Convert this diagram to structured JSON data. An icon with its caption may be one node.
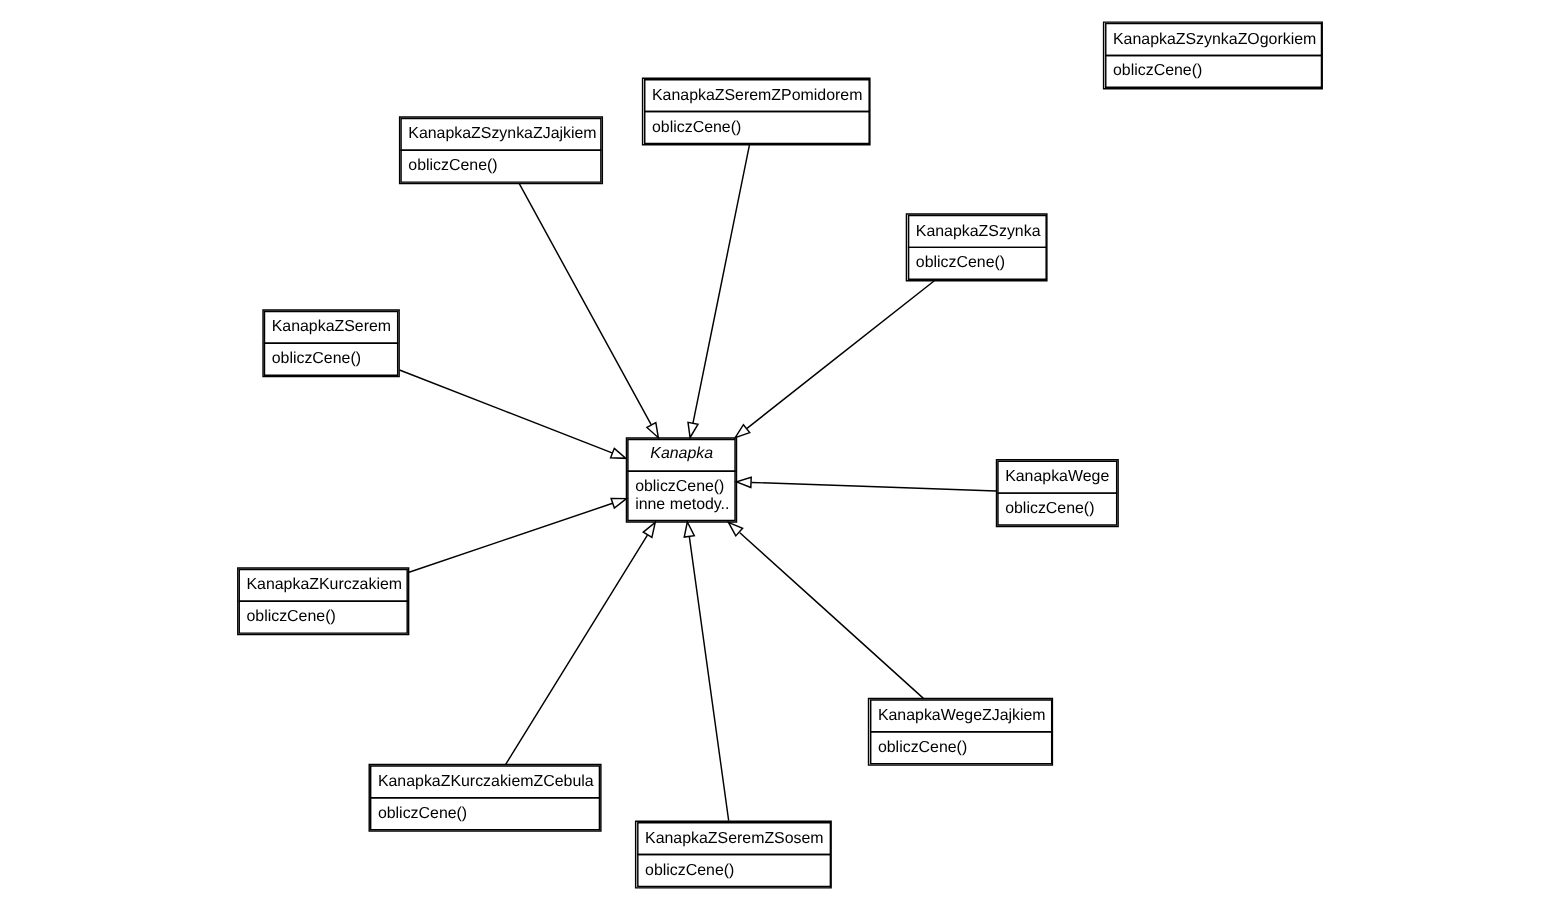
{
  "diagram": {
    "nodes": [
      {
        "text": [
          "KanapkaZSerem",
          "obliczCene()"
        ]
      },
      {
        "text": [
          "KanapkaZSzynka",
          "obliczCene()"
        ]
      },
      {
        "text": [
          "KanapkaZSeremZSosem",
          "obliczCene()"
        ]
      },
      {
        "text": [
          "KanapkaZSzynkaZOgorkiem",
          "obliczCene()"
        ]
      },
      {
        "text": [
          "KanapkaZSeremZPomidorem",
          "obliczCene()"
        ]
      },
      {
        "text": [
          "Kanapka",
          "obliczCene()",
          "inne metody.."
        ]
      },
      {
        "text": [
          "KanapkaZSzynkaZJajkiem",
          "obliczCene()"
        ]
      },
      {
        "text": [
          "KanapkaZKurczakiem",
          "obliczCene()"
        ]
      },
      {
        "text": [
          "KanapkaWege",
          "obliczCene()"
        ]
      },
      {
        "text": [
          "KanapkaZKurczakiemZCebula",
          "obliczCene()"
        ]
      },
      {
        "text": [
          "KanapkaWegeZJajkiem",
          "obliczCene()"
        ]
      }
    ],
    "edges": [
      {
        "from": 0,
        "to": 5,
        "arrow": "to"
      },
      {
        "from": 1,
        "to": 5,
        "arrow": "to"
      },
      {
        "from": 2,
        "to": 5,
        "arrow": "to"
      },
      {
        "from": 4,
        "to": 5,
        "arrow": "to"
      },
      {
        "from": 6,
        "to": 5,
        "arrow": "to"
      },
      {
        "from": 7,
        "to": 5,
        "arrow": "to"
      },
      {
        "from": 8,
        "to": 5,
        "arrow": "to"
      },
      {
        "from": 9,
        "to": 5,
        "arrow": "to"
      },
      {
        "from": 10,
        "to": 5,
        "arrow": "to"
      }
    ]
  }
}
